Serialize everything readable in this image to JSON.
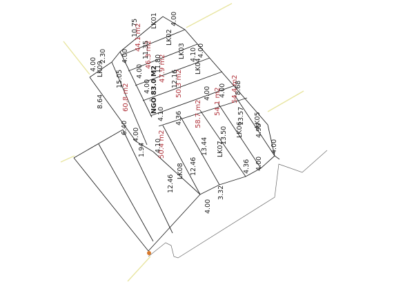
{
  "colors": {
    "area_text": "#b0323a",
    "label_text": "#1a1a1a",
    "boundary": "#222222",
    "road_line": "#e8e5a0",
    "marker": "#d9782a"
  },
  "lots": [
    {
      "id": "LK01",
      "area": "44.1 m2"
    },
    {
      "id": "LK02",
      "area": "46.3 m2"
    },
    {
      "id": "LK03",
      "area": "47.9 m2"
    },
    {
      "id": "LK04",
      "area": "50.3 m2"
    },
    {
      "id": "LK05",
      "area": "54.4 m2"
    },
    {
      "id": "LK06",
      "area": "54.1 m2"
    },
    {
      "id": "LK07",
      "area": "58.7 m2"
    },
    {
      "id": "LK08",
      "area": "50.4 m2"
    },
    {
      "id": "LK09",
      "area": "60.8 m2"
    }
  ],
  "road_label": "NGÕ 83.0 M2",
  "dimensions": [
    "10.75",
    "4.00",
    "2.30",
    "4.00",
    "11.35",
    "4.00",
    "11.80",
    "4.00",
    "12.16",
    "4.00",
    "4.10",
    "8.68",
    "15.05",
    "8.64",
    "4.00",
    "4.10",
    "4.36",
    "4.00",
    "4.00",
    "13.57",
    "4.95",
    "6.40",
    "4.00",
    "13.50",
    "4.10",
    "1.94",
    "13.44",
    "12.46",
    "12.46",
    "4.00",
    "4.36",
    "4.00",
    "3.32",
    "4.00"
  ],
  "marker": "boundary-point"
}
